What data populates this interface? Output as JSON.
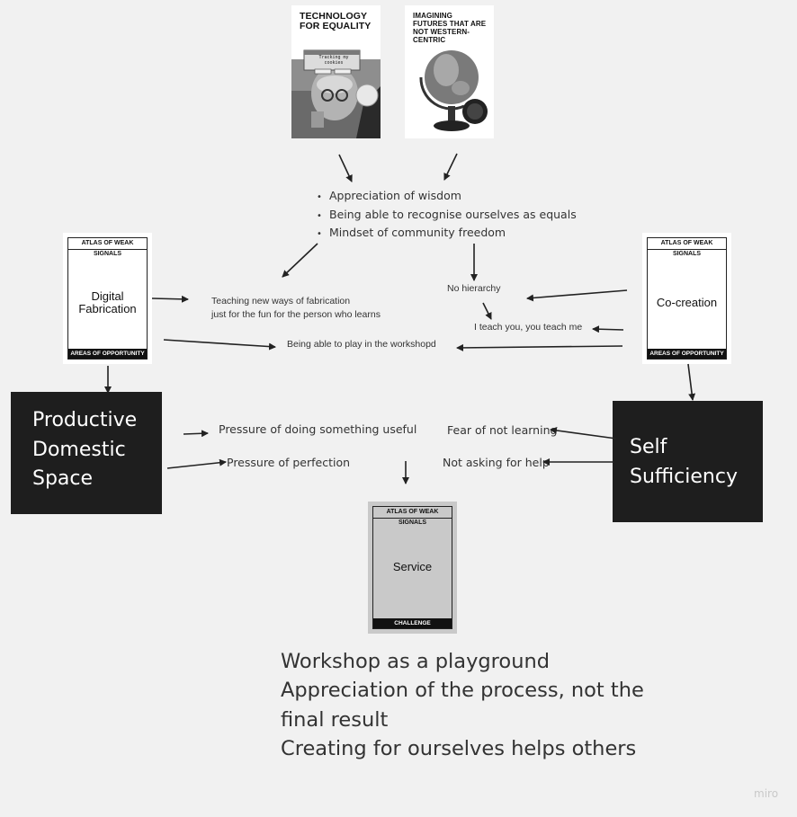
{
  "posters": {
    "technology": {
      "title": "TECHNOLOGY\nFOR EQUALITY",
      "screen_text": "Tracking my\ncookies"
    },
    "imagining": {
      "title": "IMAGINING\nFUTURES THAT ARE\nNOT WESTERN-\nCENTRIC"
    }
  },
  "bullets": [
    "Appreciation of wisdom",
    "Being able to recognise ourselves as equals",
    "Mindset of community freedom"
  ],
  "cards": {
    "digital_fabrication": {
      "header": "ATLAS OF WEAK SIGNALS",
      "label": "Digital\nFabrication",
      "footer": "AREAS OF OPPORTUNITY"
    },
    "co_creation": {
      "header": "ATLAS OF WEAK SIGNALS",
      "label": "Co-creation",
      "footer": "AREAS OF OPPORTUNITY"
    },
    "service": {
      "header": "ATLAS OF WEAK SIGNALS",
      "label": "Service",
      "footer": "CHALLENGE"
    }
  },
  "boxes": {
    "productive_domestic_space": "Productive\nDomestic\nSpace",
    "self_sufficiency": "Self\nSufficiency"
  },
  "notes": {
    "teaching": "Teaching new ways of fabrication\njust for the fun for the person who learns",
    "no_hierarchy": "No hierarchy",
    "i_teach_you": "I teach you, you teach me",
    "play_workshop": "Being able to play in the workshopd",
    "pressure_useful": "Pressure of doing something useful",
    "pressure_perfection": "Pressure of perfection",
    "fear_not_learning": "Fear of not learning",
    "not_asking_help": "Not asking for help"
  },
  "bottom_text": [
    "Workshop as a playground",
    "Appreciation of the process, not the\nfinal result",
    "Creating for ourselves helps others"
  ],
  "watermark": "miro"
}
